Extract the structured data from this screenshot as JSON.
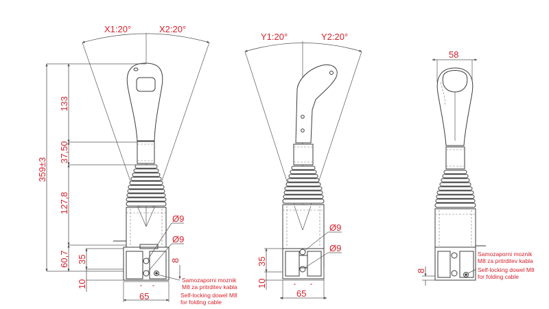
{
  "colors": {
    "line": "#3a3a3a",
    "dimension_text": "#d6202a",
    "background": "#ffffff"
  },
  "views": {
    "front": {
      "angle_left": "X1:20°",
      "angle_right": "X2:20°",
      "dim_total": "359±3",
      "dim_handle": "133",
      "dim_collar": "37,50",
      "dim_boot": "127,8",
      "dim_base": "60,7",
      "dim_flange": "35",
      "dim_bottom": "10",
      "dim_width": "65",
      "dim_side": "8",
      "hole_top": "Ø9",
      "hole_bottom": "Ø9",
      "note_line1": "Samozaporni moznik",
      "note_line2": "M8 za pritrditev kabla",
      "note_line3": "Self-locking dowel M8",
      "note_line4": "for folding cable"
    },
    "side": {
      "angle_left": "Y1:20°",
      "angle_right": "Y2:20°",
      "dim_flange": "35",
      "dim_bottom": "10",
      "dim_width": "65",
      "hole_top": "Ø9",
      "hole_bottom": "Ø9"
    },
    "rear": {
      "dim_head_width": "58",
      "dim_side": "8",
      "note_line1": "Samozaporni moznik",
      "note_line2": "M8 za pritrditev kabla",
      "note_line3": "Self-locking dowel M8",
      "note_line4": "for folding cable"
    }
  }
}
